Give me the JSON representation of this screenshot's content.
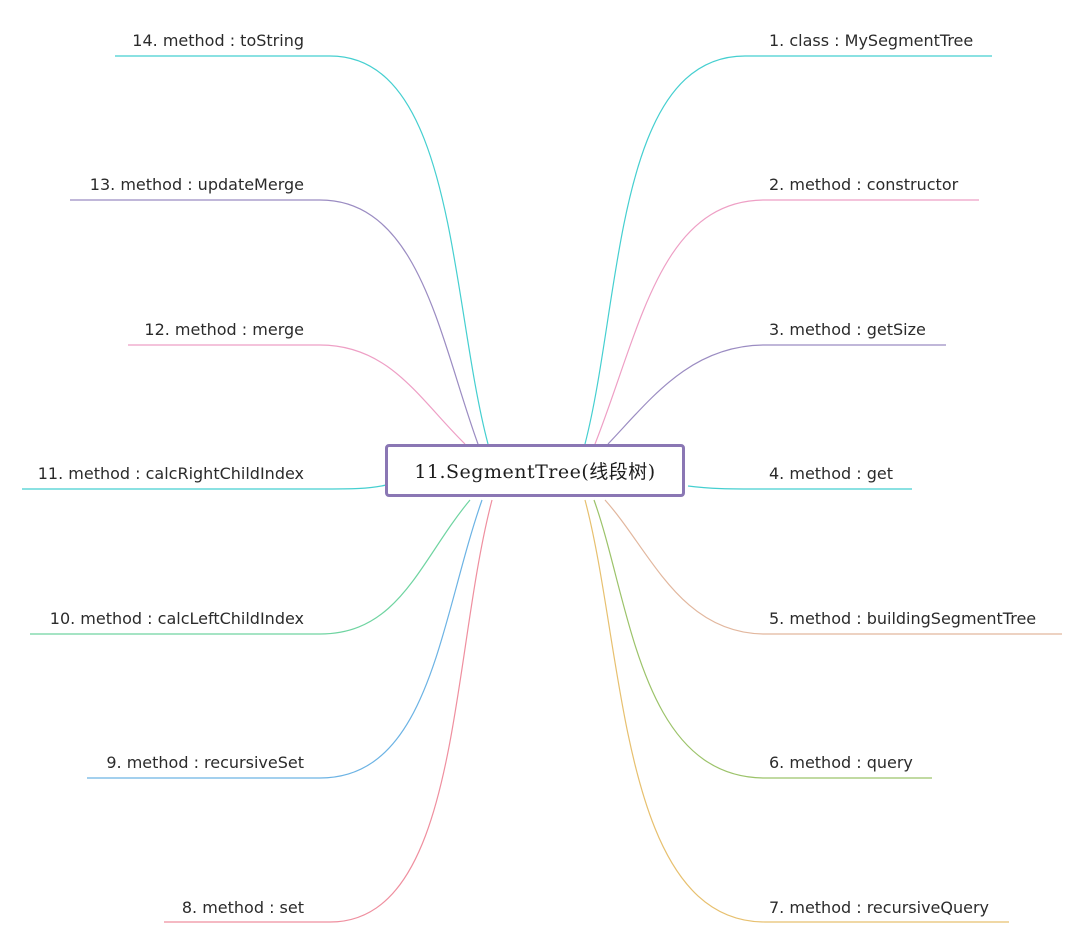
{
  "central": {
    "label": "11.SegmentTree(线段树)"
  },
  "branches": [
    {
      "id": "b1",
      "label": "1. class : MySegmentTree",
      "color": "#45cfd0"
    },
    {
      "id": "b2",
      "label": "2. method : constructor",
      "color": "#ee9fc5"
    },
    {
      "id": "b3",
      "label": "3. method : getSize",
      "color": "#9b8cc2"
    },
    {
      "id": "b4",
      "label": "4. method : get",
      "color": "#45cfd0"
    },
    {
      "id": "b5",
      "label": "5. method : buildingSegmentTree",
      "color": "#e2b79e"
    },
    {
      "id": "b6",
      "label": "6. method : query",
      "color": "#9cc36a"
    },
    {
      "id": "b7",
      "label": "7. method : recursiveQuery",
      "color": "#e7c06f"
    },
    {
      "id": "b8",
      "label": "8. method : set",
      "color": "#ef8f9f"
    },
    {
      "id": "b9",
      "label": "9. method : recursiveSet",
      "color": "#6cb3e4"
    },
    {
      "id": "b10",
      "label": "10. method : calcLeftChildIndex",
      "color": "#6fd4a1"
    },
    {
      "id": "b11",
      "label": "11. method : calcRightChildIndex",
      "color": "#45cfd0"
    },
    {
      "id": "b12",
      "label": "12. method : merge",
      "color": "#ee9fc5"
    },
    {
      "id": "b13",
      "label": "13. method : updateMerge",
      "color": "#9b8cc2"
    },
    {
      "id": "b14",
      "label": "14. method : toString",
      "color": "#45cfd0"
    }
  ]
}
